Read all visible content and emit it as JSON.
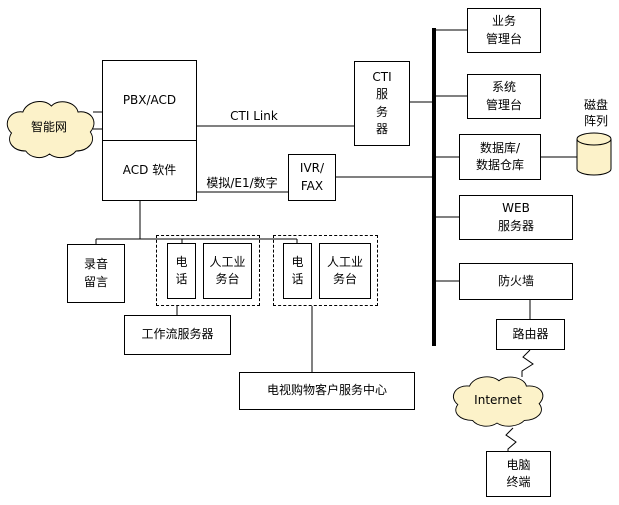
{
  "nodes": {
    "pbx_acd": "PBX/ACD",
    "acd_software": "ACD 软件",
    "cti_server": "CTI\n服\n务\n器",
    "ivr_fax": "IVR/\nFAX",
    "business_console": "业务\n管理台",
    "system_console": "系统\n管理台",
    "database": "数据库/\n数据仓库",
    "disk_array": "磁盘\n阵列",
    "web_server": "WEB\n服务器",
    "firewall": "防火墙",
    "router": "路由器",
    "recording_message": "录音\n留言",
    "phone_1": "电\n话",
    "agent_desk_1": "人工业\n务台",
    "phone_2": "电\n话",
    "agent_desk_2": "人工业\n务台",
    "workflow_server": "工作流服务器",
    "tv_shopping_center": "电视购物客户服务中心",
    "pc_terminal": "电脑\n终端"
  },
  "clouds": {
    "intelligent_network": "智能网",
    "internet": "Internet"
  },
  "edge_labels": {
    "cti_link": "CTI Link",
    "analog_e1_digital": "模拟/E1/数字"
  },
  "colors": {
    "cloud_fill": "#FCF2C9",
    "line": "#000000",
    "box_border": "#000000",
    "box_background": "#FFFFFF",
    "background": "#FFFFFF"
  }
}
